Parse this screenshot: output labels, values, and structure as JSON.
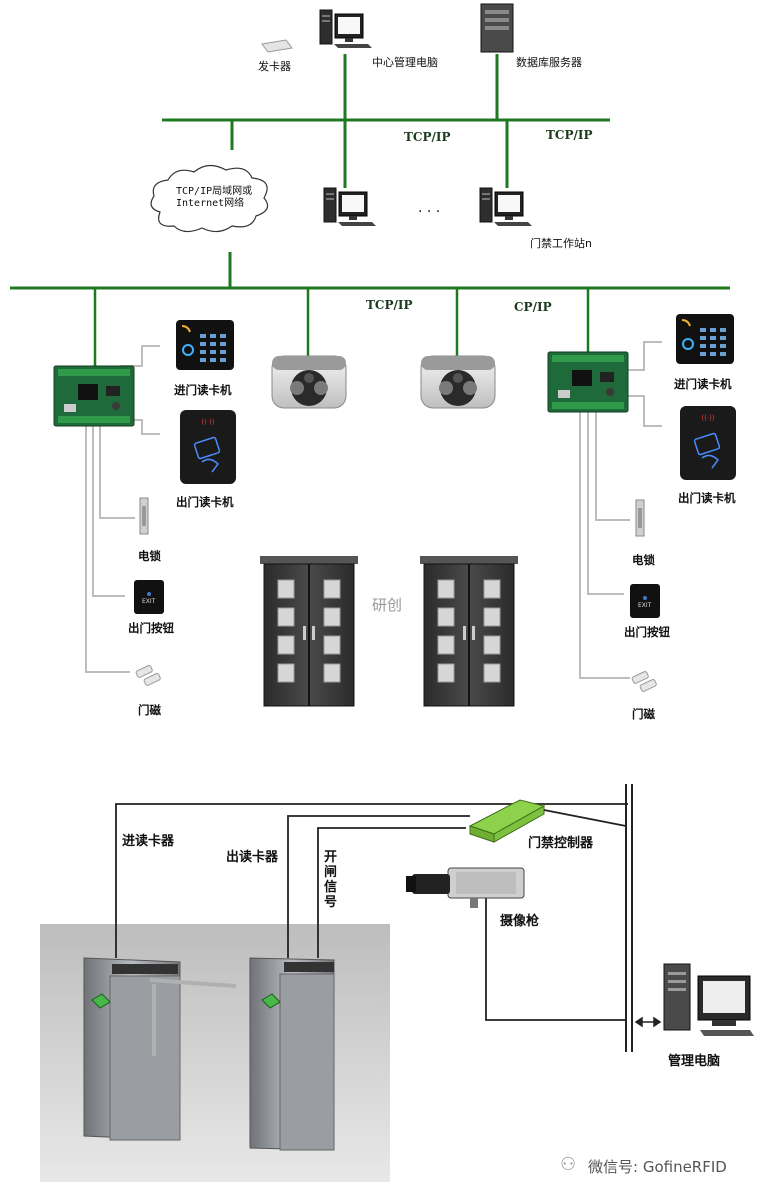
{
  "devices": {
    "card_issuer": "发卡器",
    "central_pc": "中心管理电脑",
    "db_server": "数据库服务器",
    "cloud": "TCP/IP局域网或Internet网络",
    "workstation": "门禁工作站n",
    "dots": "· · ·"
  },
  "network": {
    "tcp1": "TCP/IP",
    "tcp2": "TCP/IP",
    "tcp3": "TCP/IP",
    "tcp4": "CP/IP"
  },
  "left_panel": {
    "entry_reader": "进门读卡机",
    "exit_reader": "出门读卡机",
    "lock": "电锁",
    "exit_button": "出门按钮",
    "door_sensor": "门磁"
  },
  "right_panel": {
    "entry_reader": "进门读卡机",
    "exit_reader": "出门读卡机",
    "lock": "电锁",
    "exit_button": "出门按钮",
    "door_sensor": "门磁"
  },
  "center": {
    "brand": "研创",
    "exit_key": "EXIT"
  },
  "turnstile": {
    "entry_reader": "进读卡器",
    "exit_reader": "出读卡器",
    "open_signal": "开闸信号",
    "controller": "门禁控制器",
    "camera": "摄像枪",
    "mgmt_pc": "管理电脑"
  },
  "watermark": "微信号: GofineRFID",
  "colors": {
    "network_line": "#1f7a1f",
    "controller": "#8ed14a",
    "panel_line": "#bdbdbd"
  }
}
